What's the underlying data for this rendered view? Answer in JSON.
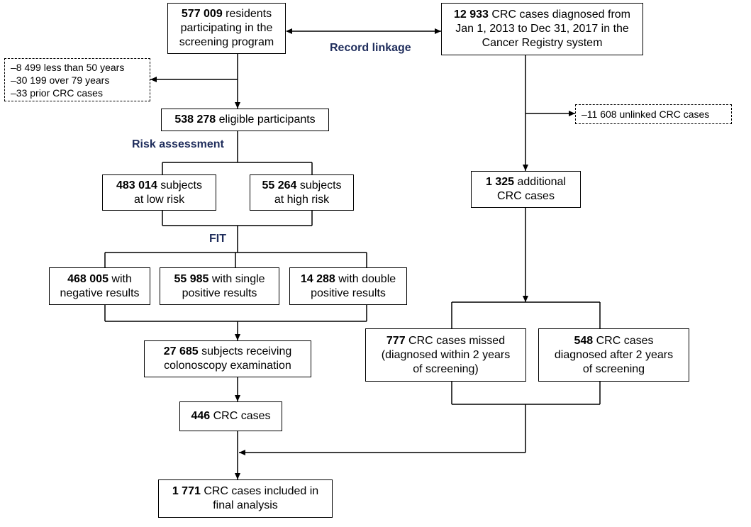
{
  "nodes": {
    "residents": {
      "num": "577 009",
      "l1": " residents",
      "l2": "participating in  the",
      "l3": "screening program"
    },
    "registry": {
      "num": "12 933",
      "l1": " CRC cases diagnosed from",
      "l2": "Jan 1, 2013 to Dec 31, 2017 in the",
      "l3": "Cancer Registry system"
    },
    "exclusions": {
      "l1": "–8 499 less than 50 years",
      "l2": "–30 199 over 79 years",
      "l3": "–33 prior CRC cases"
    },
    "eligible": {
      "num": "538 278",
      "l1": " eligible participants"
    },
    "unlinked": {
      "l1": "–11 608 unlinked CRC cases"
    },
    "low_risk": {
      "num": "483 014",
      "l1": " subjects",
      "l2": "at low risk"
    },
    "high_risk": {
      "num": "55 264",
      "l1": " subjects",
      "l2": "at high risk"
    },
    "additional": {
      "num": "1 325",
      "l1": " additional",
      "l2": "CRC cases"
    },
    "negative": {
      "num": "468 005",
      "l1": " with",
      "l2": "negative results"
    },
    "single_pos": {
      "num": "55 985",
      "l1": " with single",
      "l2": "positive results"
    },
    "double_pos": {
      "num": "14 288",
      "l1": " with double",
      "l2": "positive results"
    },
    "missed": {
      "num": "777",
      "l1": " CRC cases missed",
      "l2": "(diagnosed within 2 years",
      "l3": "of screening)"
    },
    "after2": {
      "num": "548",
      "l1": " CRC cases",
      "l2": "diagnosed after 2 years",
      "l3": "of screening"
    },
    "colonoscopy": {
      "num": "27 685",
      "l1": " subjects receiving",
      "l2": "colonoscopy examination"
    },
    "crc446": {
      "num": "446",
      "l1": " CRC cases"
    },
    "final": {
      "num": "1 771",
      "l1": " CRC cases included in",
      "l2": "final analysis"
    }
  },
  "labels": {
    "record_linkage": "Record linkage",
    "risk_assessment": "Risk assessment",
    "fit": "FIT"
  },
  "colors": {
    "label_text": "#1f2d5c",
    "lines": "#000000"
  }
}
